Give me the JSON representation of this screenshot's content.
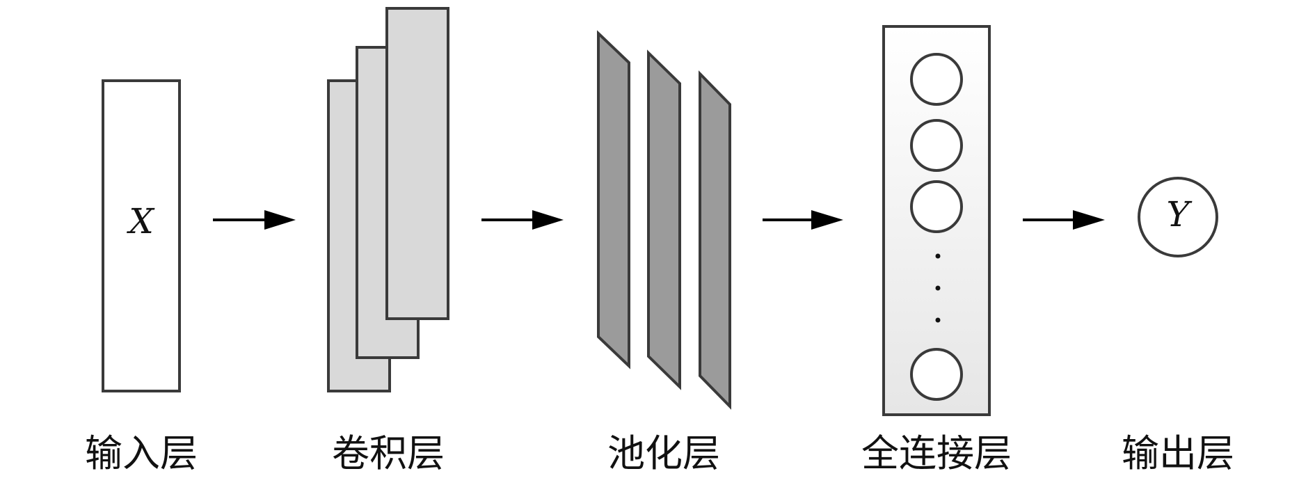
{
  "layers": [
    {
      "id": "input",
      "label": "输入层",
      "symbol": "X"
    },
    {
      "id": "conv",
      "label": "卷积层"
    },
    {
      "id": "pool",
      "label": "池化层"
    },
    {
      "id": "fc",
      "label": "全连接层"
    },
    {
      "id": "output",
      "label": "输出层",
      "symbol": "Y"
    }
  ],
  "colors": {
    "stroke": "#3a3a3a",
    "conv_fill": "#d9d9d9",
    "pool_fill": "#9b9b9b",
    "fc_fill": "#f2f2f2"
  }
}
